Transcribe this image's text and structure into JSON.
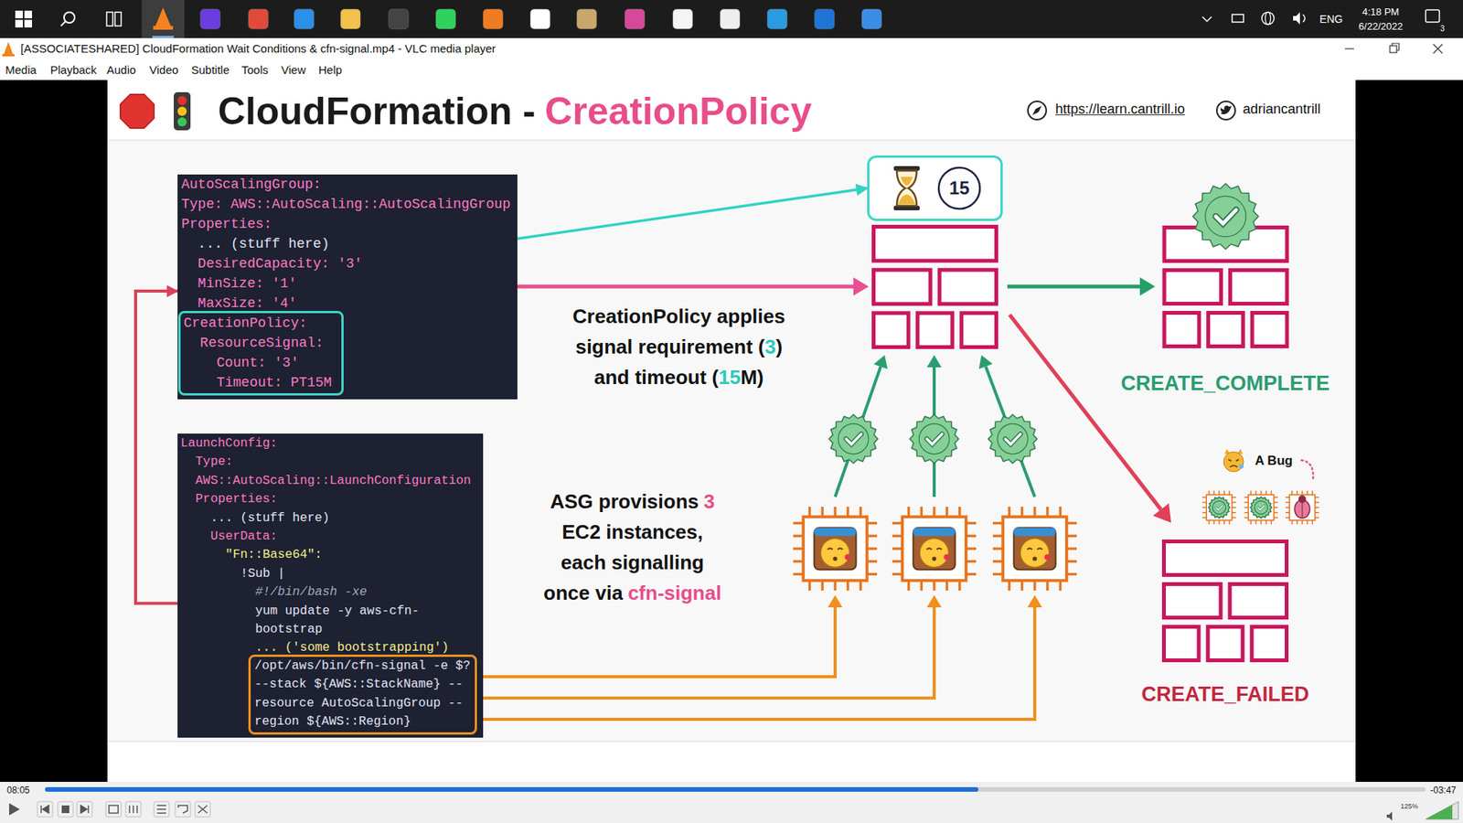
{
  "diagram": {
    "title": "CloudFormation -",
    "nodes": [
      {
        "text": [
          "AutoScalingGroup:",
          "Type: AWS::AutoScaling::AutoScalingGroup",
          "Properties:",
          "... (stuff here)",
          "DesiredCapacity: '3'",
          "MinSize: '1'",
          "MaxSize: '4'"
        ]
      },
      {
        "text": [
          "CreationPolicy:",
          "ResourceSignal:",
          "Count: '3'",
          "Timeout: PT15M"
        ],
        "in": 0
      },
      {
        "text": [
          "15"
        ]
      },
      {
        "text": [
          "CREATE_COMPLETE"
        ]
      },
      {
        "text": [
          "LaunchConfig:",
          "Type:",
          "AWS::AutoScaling::LaunchConfiguration",
          "Properties:",
          "... (stuff here)",
          "UserData:",
          "\"Fn::Base64\":",
          "!Sub |",
          "#!/bin/bash -xe",
          "yum update -y aws-cfn-",
          "bootstrap",
          "... ('some bootstrapping')"
        ]
      },
      {
        "text": [
          "/opt/aws/bin/cfn-signal -e $?",
          "--stack ${AWS::StackName} --",
          "resource AutoScalingGroup --",
          "region ${AWS::Region}"
        ],
        "in": 4
      },
      {
        "text": [
          "CREATE_FAILED"
        ]
      }
    ],
    "edges": [
      {
        "from": 1,
        "to": 2,
        "arrow": "to"
      },
      {
        "from": 4,
        "to": 0,
        "arrow": "to"
      }
    ],
    "labels": [
      "ENG",
      "4:18 PM",
      "6/22/2022",
      "3",
      "[ASSOCIATESHARED] CloudFormation Wait Conditions & cfn-signal.mp4 - VLC media player",
      "Media",
      "Playback",
      "Audio",
      "Video",
      "Subtitle",
      "Tools",
      "View",
      "Help",
      "CreationPolicy",
      "https://learn.cantrill.io",
      "adriancantrill",
      "CreationPolicy applies",
      "signal requirement (",
      "3",
      ")",
      "and timeout (",
      "15",
      "M)",
      "ASG provisions",
      "3",
      "EC2 instances,",
      "each signalling",
      "once via",
      "cfn-signal",
      "A Bug",
      "08:05",
      "-03:47",
      "125%"
    ]
  }
}
